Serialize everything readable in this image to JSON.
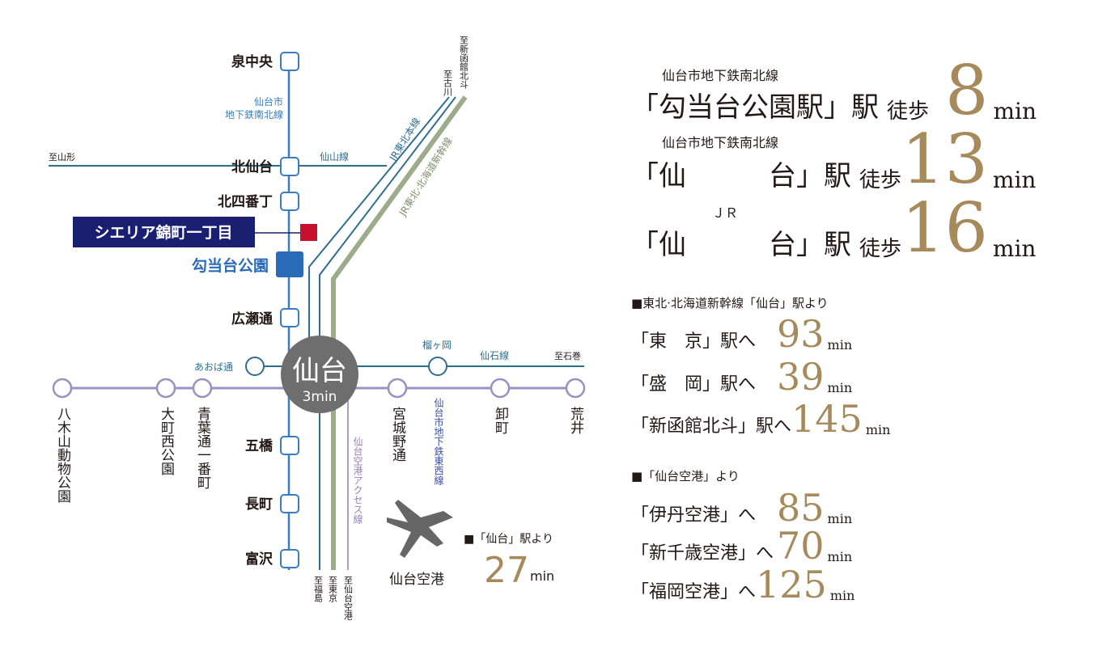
{
  "colors": {
    "subway_namboku": "#3a7ec0",
    "jr_tohoku": "#2e6f8e",
    "shinkansen": "#9cab8a",
    "senzan": "#2e6f8e",
    "tozai": "#9b8fc4",
    "airport_line": "#b49cc4",
    "gold": "#a68a5b",
    "navy": "#1a1f71",
    "red": "#c8102e",
    "blue_station": "#2a6bb8",
    "hub": "#6e6e6e"
  },
  "map": {
    "stations": {
      "izumi_chuo": "泉中央",
      "kita_sendai": "北仙台",
      "kita_yonbancho": "北四番丁",
      "kotodai_koen": "勾当台公園",
      "hirosedori": "広瀬通",
      "itsutsubashi": "五橋",
      "nagamachi": "長町",
      "tomizawa": "富沢",
      "aoba_dori": "あおば通",
      "tsutsujigaoka": "榴ヶ岡",
      "yagiyama": "八木山動物公園",
      "omachi_nishi": "大町西公園",
      "aoba_ichibancho": "青葉通一番町",
      "miyagino_dori": "宮城野通",
      "oroshimachi": "卸町",
      "arai": "荒井"
    },
    "hub": {
      "name": "仙台",
      "time": "3min"
    },
    "property": "シエリア錦町一丁目",
    "line_labels": {
      "namboku_1": "仙台市",
      "namboku_2": "地下鉄南北線",
      "senzan": "仙山線",
      "jr_tohoku": "JR東北本線",
      "shinkansen": "JR東北·北海道新幹線",
      "senseki": "仙石線",
      "tozai": "仙台市地下鉄東西線",
      "airport": "仙台空港アクセス線"
    },
    "direction_labels": {
      "yamagata": "至山形",
      "furukawa": "至古川",
      "shin_hakodate": "至新函館北斗",
      "ishinomaki": "至石巻",
      "fukushima": "至福島",
      "tokyo": "至東京",
      "airport": "至仙台空港"
    },
    "airport": {
      "name": "仙台空港",
      "from_label": "■「仙台」駅より",
      "time_value": "27",
      "time_unit": "min"
    }
  },
  "access": {
    "rows": [
      {
        "line": "仙台市地下鉄南北線",
        "station": "「勾当台公園駅」駅",
        "walk": "徒歩",
        "time": "8",
        "unit": "min"
      },
      {
        "line": "仙台市地下鉄南北線",
        "station": "「仙　　　台」駅",
        "walk": "徒歩",
        "time": "13",
        "unit": "min"
      },
      {
        "line": "ＪＲ",
        "station": "「仙　　　台」駅",
        "walk": "徒歩",
        "time": "16",
        "unit": "min"
      }
    ],
    "shinkansen": {
      "heading": "■東北·北海道新幹線「仙台」駅より",
      "rows": [
        {
          "label": "「東　京」駅へ",
          "time": "93",
          "unit": "min"
        },
        {
          "label": "「盛　岡」駅へ",
          "time": "39",
          "unit": "min"
        },
        {
          "label": "「新函館北斗」駅へ",
          "time": "145",
          "unit": "min"
        }
      ]
    },
    "airport": {
      "heading": "■「仙台空港」より",
      "rows": [
        {
          "label": "「伊丹空港」へ",
          "time": "85",
          "unit": "min"
        },
        {
          "label": "「新千歳空港」へ",
          "time": "70",
          "unit": "min"
        },
        {
          "label": "「福岡空港」へ",
          "time": "125",
          "unit": "min"
        }
      ]
    }
  }
}
